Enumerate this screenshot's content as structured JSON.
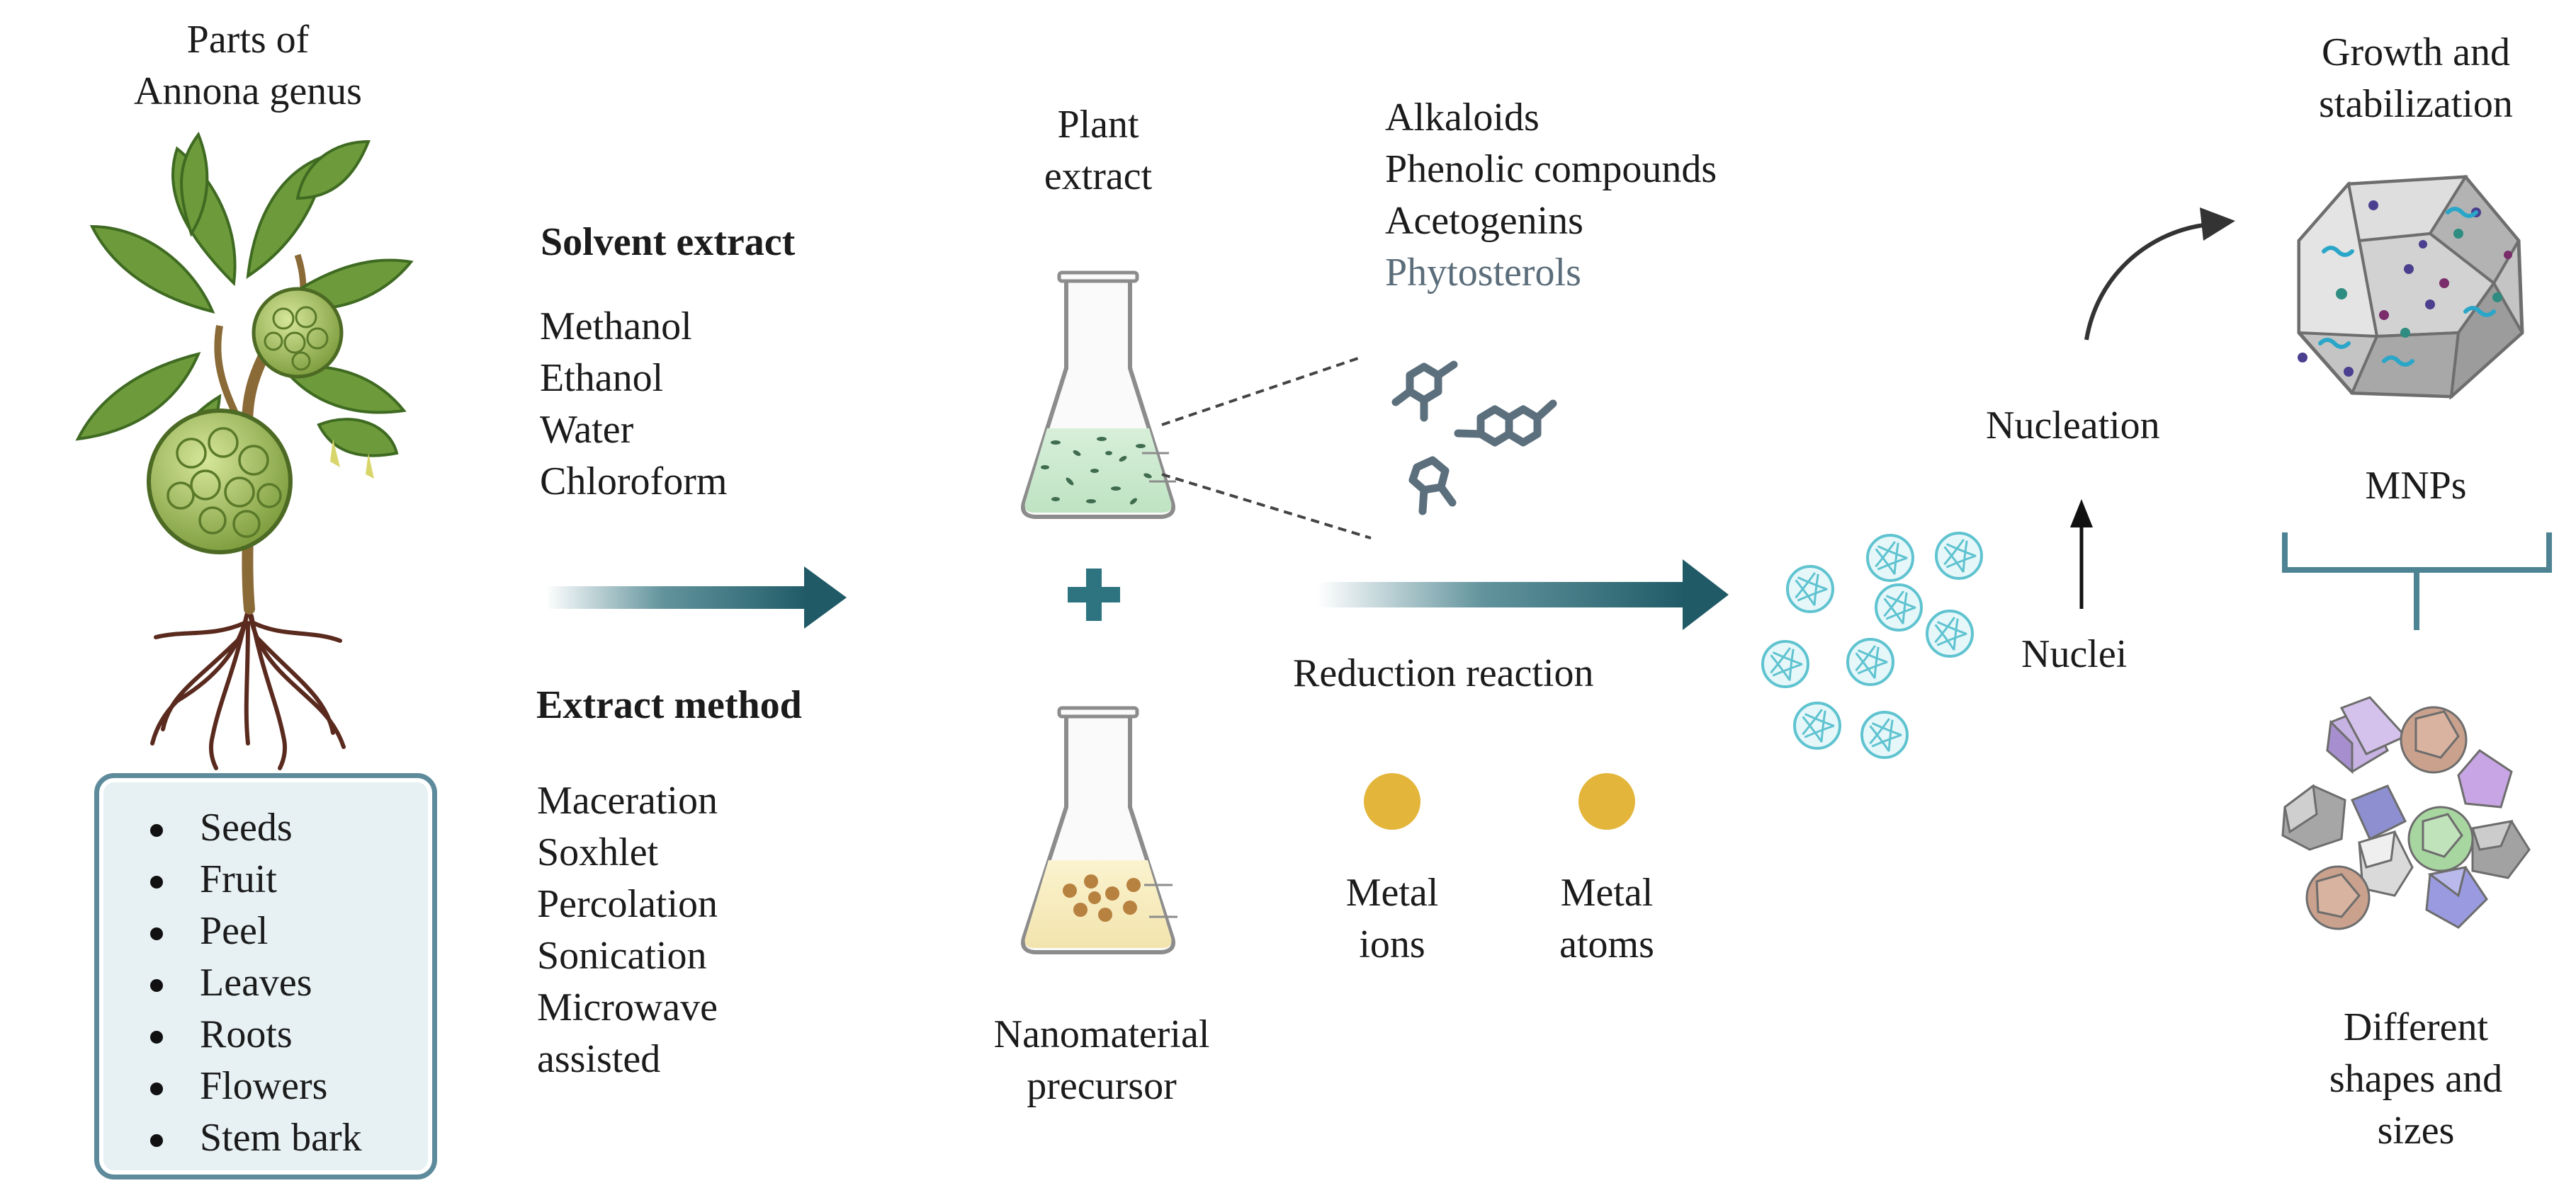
{
  "source_panel": {
    "title_lines": [
      "Parts of",
      "Annona genus"
    ],
    "parts": [
      "Seeds",
      "Fruit",
      "Peel",
      "Leaves",
      "Roots",
      "Flowers",
      "Stem bark"
    ]
  },
  "solvent": {
    "heading": "Solvent extract",
    "items": [
      "Methanol",
      "Ethanol",
      "Water",
      "Chloroform"
    ]
  },
  "method": {
    "heading": "Extract method",
    "items": [
      "Maceration",
      "Soxhlet",
      "Percolation",
      "Sonication",
      "Microwave",
      "assisted"
    ]
  },
  "plant_extract": {
    "label_lines": [
      "Plant",
      "extract"
    ]
  },
  "precursor": {
    "label_lines": [
      "Nanomaterial",
      "precursor"
    ]
  },
  "compounds": [
    "Alkaloids",
    "Phenolic compounds",
    "Acetogenins",
    "Phytosterols"
  ],
  "reduction": {
    "label": "Reduction reaction"
  },
  "metal_ions": {
    "label_lines": [
      "Metal",
      "ions"
    ]
  },
  "metal_atoms": {
    "label_lines": [
      "Metal",
      "atoms"
    ]
  },
  "nucleation": {
    "label": "Nucleation"
  },
  "nuclei": {
    "label": "Nuclei"
  },
  "growth": {
    "label_lines": [
      "Growth and",
      "stabilization"
    ]
  },
  "mnps": {
    "label": "MNPs"
  },
  "shapes": {
    "label_lines": [
      "Different",
      "shapes and",
      "sizes"
    ]
  },
  "colors": {
    "teal_arrow": "#2d6f7b",
    "plus": "#2d7480",
    "gold": "#e3b53b",
    "nuclei_cyan": "#5fc3d0",
    "bracket": "#4e8394",
    "box_border": "#5e8b9c",
    "box_fill": "#e7f1f4"
  }
}
